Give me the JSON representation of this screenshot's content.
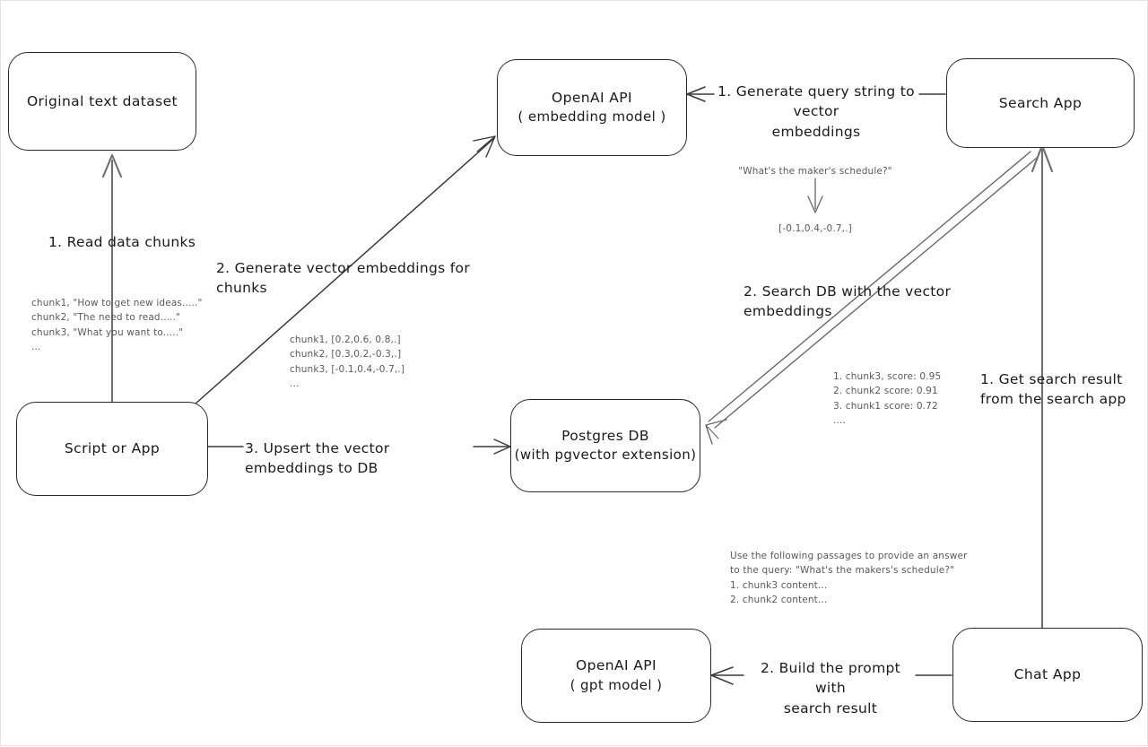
{
  "diagram": {
    "title": "RAG pipeline with OpenAI embeddings and pgvector",
    "stroke_color": "#2a2a2a",
    "note_color": "#5a5a5a",
    "background": "#ffffff"
  },
  "nodes": {
    "original_dataset": {
      "line1": "Original text dataset"
    },
    "openai_embedding": {
      "line1": "OpenAI API",
      "line2": "( embedding model )"
    },
    "search_app": {
      "line1": "Search App"
    },
    "script_or_app": {
      "line1": "Script or App"
    },
    "postgres_db": {
      "line1": "Postgres DB",
      "line2": "(with pgvector extension)"
    },
    "openai_gpt": {
      "line1": "OpenAI API",
      "line2": "( gpt model )"
    },
    "chat_app": {
      "line1": "Chat App"
    }
  },
  "edge_labels": {
    "read_data_chunks": "1. Read data chunks",
    "generate_vector_embeddings": "2. Generate vector embeddings for chunks",
    "upsert_to_db": "3. Upsert the vector embeddings  to DB",
    "generate_query_string": "1. Generate query string to vector\nembeddings",
    "search_db": "2. Search DB with the vector embeddings",
    "get_search_result": "1. Get search result\nfrom the search app",
    "build_prompt": "2. Build the prompt with\nsearch result"
  },
  "notes": {
    "chunks_text": "chunk1, \"How to get new ideas.....\"\nchunk2, \"The need to read.....\"\nchunk3, \"What you want to.....\"\n...",
    "chunk_vectors": "chunk1, [0.2,0.6, 0.8,.]\nchunk2, [0.3,0.2,-0.3,.]\nchunk3, [-0.1,0.4,-0.7,.]\n...",
    "query_string": "\"What's the maker's schedule?\"",
    "query_vector": "[-0.1,0.4,-0.7,.]",
    "search_results": "1. chunk3, score: 0.95\n2. chunk2 score: 0.91\n3. chunk1 score: 0.72\n....",
    "prompt_text": "Use the following passages to provide an answer\nto the query: \"What's the makers's schedule?\"\n1. chunk3 content...\n2. chunk2 content..."
  }
}
